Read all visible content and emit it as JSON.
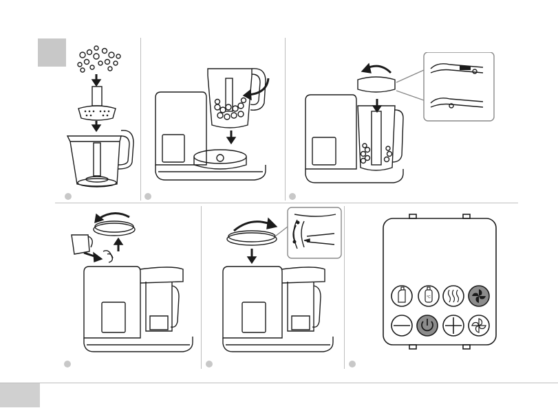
{
  "manual": {
    "colors": {
      "line": "#1a1a1a",
      "divider": "#bdbdbd",
      "badge": "#c8c8c8",
      "footer": "#d0d0d0",
      "button_active": "#8c8c8c"
    }
  },
  "steps": [
    {
      "panel": "fill-steam-basket"
    },
    {
      "panel": "insert-basket-into-jar"
    },
    {
      "panel": "close-lid"
    },
    {
      "panel": "add-water"
    },
    {
      "panel": "lock-water-tank-lid"
    },
    {
      "panel": "control-panel"
    }
  ],
  "control_panel": {
    "top_row_icons": [
      "baby-bottle-warm-icon",
      "bottle-temperature-icon",
      "steam-icon",
      "blend-steam-icon"
    ],
    "bottom_row_icons": [
      "minus-icon",
      "power-icon",
      "plus-icon",
      "blade-icon"
    ]
  }
}
